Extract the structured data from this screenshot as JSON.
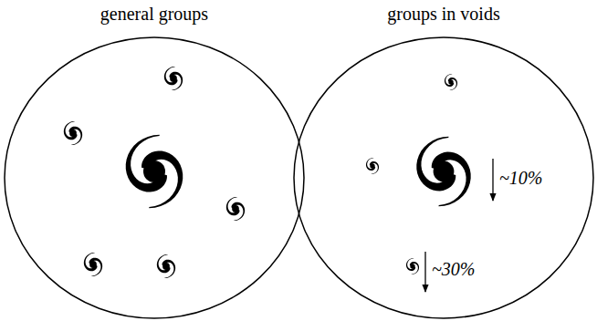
{
  "diagram": {
    "nodes": [
      {
        "text": [
          "general groups"
        ]
      },
      {
        "text": [
          "groups in voids"
        ]
      }
    ],
    "labels": [
      "~10%",
      "~30%"
    ]
  }
}
